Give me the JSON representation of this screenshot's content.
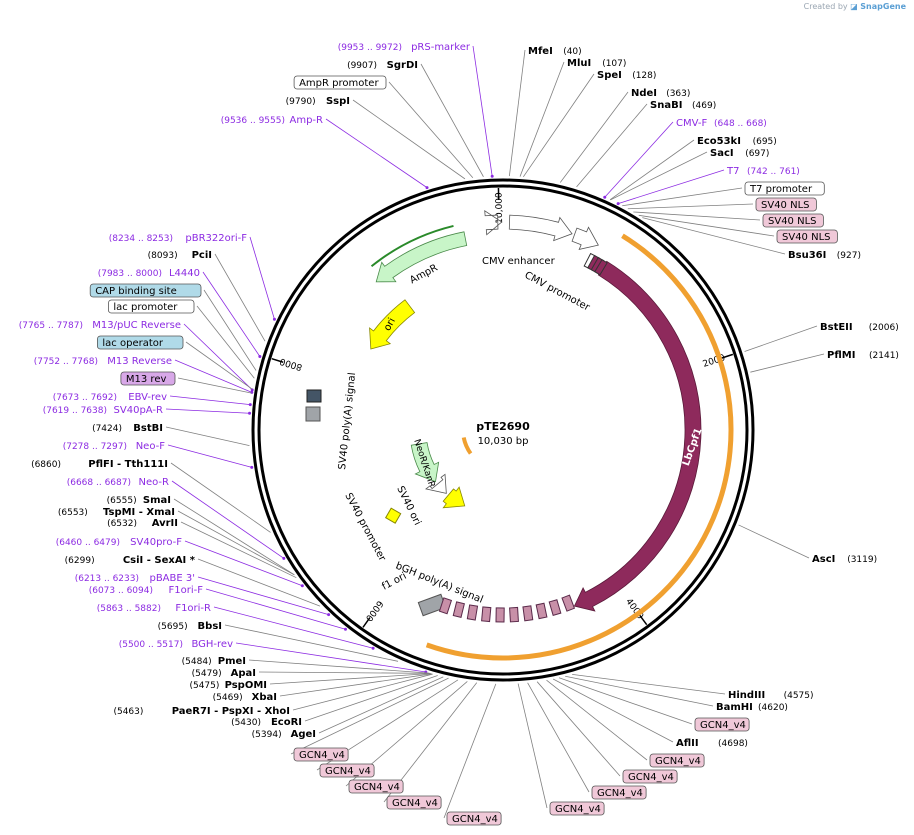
{
  "credit": {
    "prefix": "Created by",
    "brand": "SnapGene"
  },
  "plasmid": {
    "name": "pTE2690",
    "size_label": "10,030 bp",
    "length": 10030
  },
  "ticks": [
    {
      "label": "10,000",
      "bp": 10000
    },
    {
      "label": "2000",
      "bp": 2000
    },
    {
      "label": "4000",
      "bp": 4000
    },
    {
      "label": "6000",
      "bp": 6000
    },
    {
      "label": "8000",
      "bp": 8000
    }
  ],
  "colors": {
    "lbcpf1": "#8e2a5c",
    "orange": "#f0a030",
    "ori": "#ffff00",
    "resistance": "#c8f5c8",
    "green_arrow": "#2a8a2a",
    "grey": "#a0a4a8",
    "gcn4": "#c890a8",
    "primer": "#8c2be2",
    "regulatory": "#b0dae8",
    "tag": "#f0c8d8"
  },
  "features": {
    "lbcpf1": "LbCpf1",
    "ampr": "AmpR",
    "ori": "ori",
    "neokan": "NeoR/KanR",
    "sv40ori": "SV40 ori",
    "f1ori": "f1 ori",
    "cmv_enh": "CMV enhancer",
    "cmv_prom": "CMV promoter",
    "sv40polya": "SV40 poly(A) signal",
    "sv40prom": "SV40 promoter",
    "bgh": "bGH poly(A) signal"
  },
  "labels_left": [
    {
      "kind": "primer",
      "pos": "(9953 .. 9972)",
      "name": "pRS-marker"
    },
    {
      "kind": "site",
      "pos": "(9907)",
      "name": "SgrDI"
    },
    {
      "kind": "box",
      "name": "AmpR promoter"
    },
    {
      "kind": "site",
      "pos": "(9790)",
      "name": "SspI"
    },
    {
      "kind": "primer",
      "pos": "(9536 .. 9555)",
      "name": "Amp-R"
    },
    {
      "kind": "primer",
      "pos": "(8234 .. 8253)",
      "name": "pBR322ori-F"
    },
    {
      "kind": "site",
      "pos": "(8093)",
      "name": "PciI"
    },
    {
      "kind": "primer",
      "pos": "(7983 .. 8000)",
      "name": "L4440"
    },
    {
      "kind": "boxblue",
      "name": "CAP binding site"
    },
    {
      "kind": "box",
      "name": "lac promoter"
    },
    {
      "kind": "primer",
      "pos": "(7765 .. 7787)",
      "name": "M13/pUC Reverse"
    },
    {
      "kind": "boxblue",
      "name": "lac operator"
    },
    {
      "kind": "primer",
      "pos": "(7752 .. 7768)",
      "name": "M13 Reverse"
    },
    {
      "kind": "boxpurple",
      "name": "M13 rev"
    },
    {
      "kind": "primer",
      "pos": "(7673 .. 7692)",
      "name": "EBV-rev"
    },
    {
      "kind": "primer",
      "pos": "(7619 .. 7638)",
      "name": "SV40pA-R"
    },
    {
      "kind": "site",
      "pos": "(7424)",
      "name": "BstBI"
    },
    {
      "kind": "primer",
      "pos": "(7278 .. 7297)",
      "name": "Neo-F"
    },
    {
      "kind": "site",
      "pos": "(6860)",
      "name": "PflFI - Tth111I"
    },
    {
      "kind": "primer",
      "pos": "(6668 .. 6687)",
      "name": "Neo-R"
    },
    {
      "kind": "site",
      "pos": "(6555)",
      "name": "SmaI"
    },
    {
      "kind": "site",
      "pos": "(6553)",
      "name": "TspMI - XmaI"
    },
    {
      "kind": "site",
      "pos": "(6532)",
      "name": "AvrII"
    },
    {
      "kind": "primer",
      "pos": "(6460 .. 6479)",
      "name": "SV40pro-F"
    },
    {
      "kind": "site",
      "pos": "(6299)",
      "name": "CsiI - SexAI *"
    },
    {
      "kind": "primer",
      "pos": "(6213 .. 6233)",
      "name": "pBABE 3'"
    },
    {
      "kind": "primer",
      "pos": "(6073 .. 6094)",
      "name": "F1ori-F"
    },
    {
      "kind": "primer",
      "pos": "(5863 .. 5882)",
      "name": "F1ori-R"
    },
    {
      "kind": "site",
      "pos": "(5695)",
      "name": "BbsI"
    },
    {
      "kind": "primer",
      "pos": "(5500 .. 5517)",
      "name": "BGH-rev"
    },
    {
      "kind": "site",
      "pos": "(5484)",
      "name": "PmeI"
    },
    {
      "kind": "site",
      "pos": "(5479)",
      "name": "ApaI"
    },
    {
      "kind": "site",
      "pos": "(5475)",
      "name": "PspOMI"
    },
    {
      "kind": "site",
      "pos": "(5469)",
      "name": "XbaI"
    },
    {
      "kind": "site",
      "pos": "(5463)",
      "name": "PaeR7I - PspXI - XhoI"
    },
    {
      "kind": "site",
      "pos": "(5430)",
      "name": "EcoRI"
    },
    {
      "kind": "site",
      "pos": "(5394)",
      "name": "AgeI"
    }
  ],
  "labels_right": [
    {
      "kind": "site",
      "name": "MfeI",
      "pos": "(40)"
    },
    {
      "kind": "site",
      "name": "MluI",
      "pos": "(107)"
    },
    {
      "kind": "site",
      "name": "SpeI",
      "pos": "(128)"
    },
    {
      "kind": "site",
      "name": "NdeI",
      "pos": "(363)"
    },
    {
      "kind": "site",
      "name": "SnaBI",
      "pos": "(469)"
    },
    {
      "kind": "primer",
      "name": "CMV-F",
      "pos": "(648 .. 668)"
    },
    {
      "kind": "site",
      "name": "Eco53kI",
      "pos": "(695)"
    },
    {
      "kind": "site",
      "name": "SacI",
      "pos": "(697)"
    },
    {
      "kind": "primer",
      "name": "T7",
      "pos": "(742 .. 761)"
    },
    {
      "kind": "box",
      "name": "T7 promoter"
    },
    {
      "kind": "boxpink",
      "name": "SV40 NLS"
    },
    {
      "kind": "boxpink",
      "name": "SV40 NLS"
    },
    {
      "kind": "boxpink",
      "name": "SV40 NLS"
    },
    {
      "kind": "site",
      "name": "Bsu36I",
      "pos": "(927)"
    },
    {
      "kind": "site",
      "name": "BstEII",
      "pos": "(2006)"
    },
    {
      "kind": "site",
      "name": "PflMI",
      "pos": "(2141)"
    },
    {
      "kind": "site",
      "name": "AscI",
      "pos": "(3119)"
    },
    {
      "kind": "site",
      "name": "HindIII",
      "pos": "(4575)"
    },
    {
      "kind": "site",
      "name": "BamHI",
      "pos": "(4620)"
    },
    {
      "kind": "boxpink",
      "name": "GCN4_v4"
    },
    {
      "kind": "site",
      "name": "AflII",
      "pos": "(4698)"
    },
    {
      "kind": "boxpink",
      "name": "GCN4_v4"
    },
    {
      "kind": "boxpink",
      "name": "GCN4_v4"
    },
    {
      "kind": "boxpink",
      "name": "GCN4_v4"
    },
    {
      "kind": "boxpink",
      "name": "GCN4_v4"
    }
  ],
  "labels_bottom": [
    {
      "kind": "boxpink",
      "name": "GCN4_v4"
    },
    {
      "kind": "boxpink",
      "name": "GCN4_v4"
    },
    {
      "kind": "boxpink",
      "name": "GCN4_v4"
    },
    {
      "kind": "boxpink",
      "name": "GCN4_v4"
    },
    {
      "kind": "boxpink",
      "name": "GCN4_v4"
    }
  ]
}
